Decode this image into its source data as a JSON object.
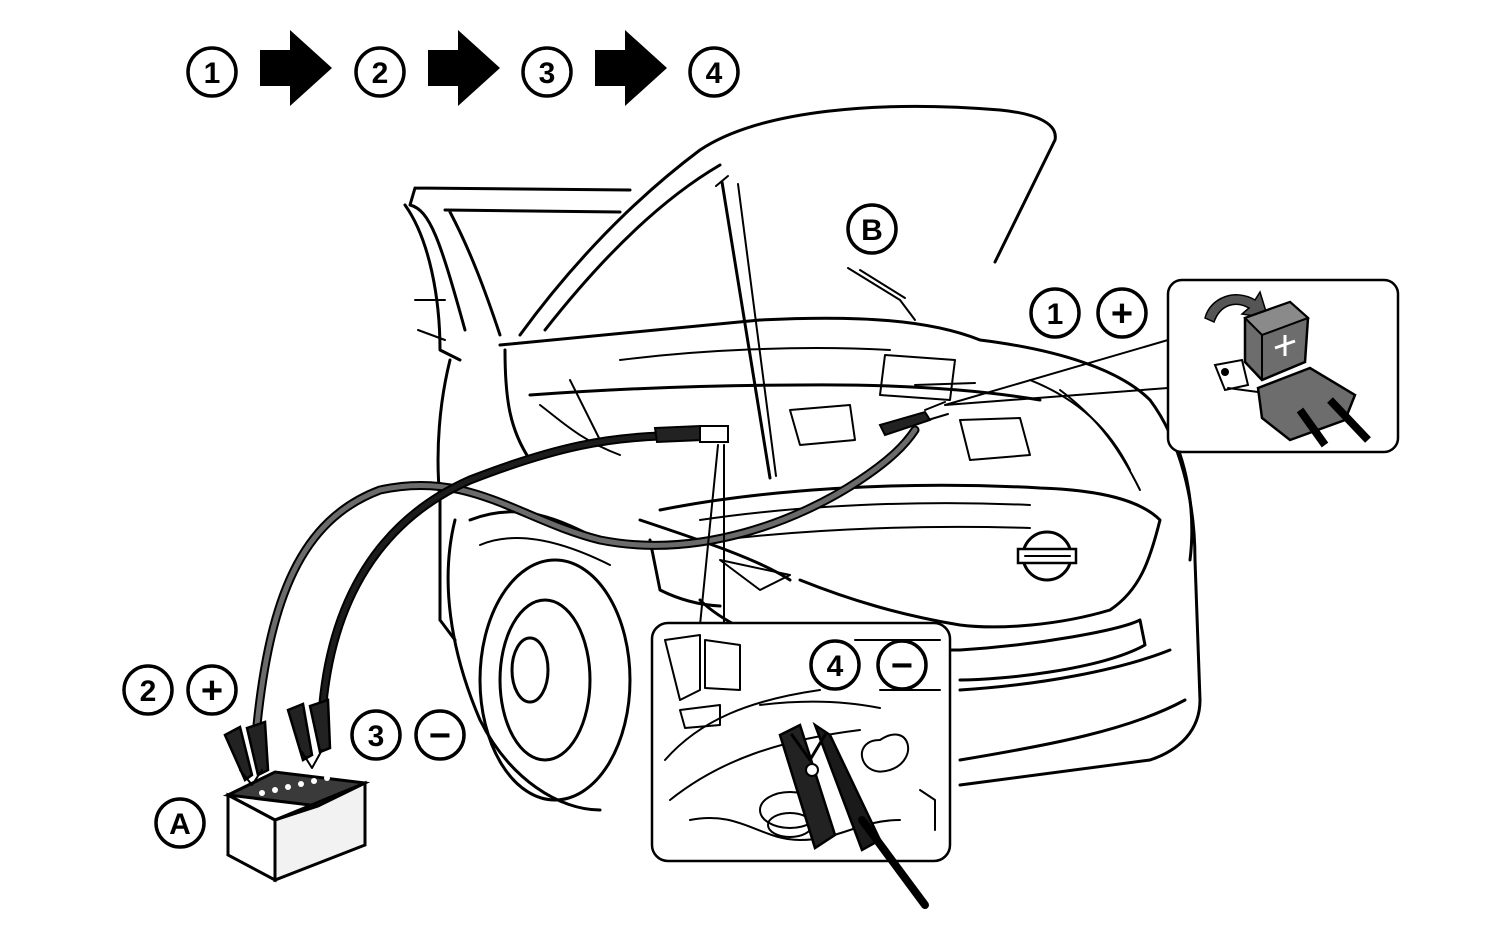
{
  "sequence": {
    "steps": [
      "1",
      "2",
      "3",
      "4"
    ]
  },
  "labels": {
    "booster_battery": "A",
    "vehicle": "B"
  },
  "connections": [
    {
      "step": "1",
      "polarity": "+"
    },
    {
      "step": "2",
      "polarity": "+"
    },
    {
      "step": "3",
      "polarity": "−"
    },
    {
      "step": "4",
      "polarity": "−"
    }
  ],
  "colors": {
    "line": "#000000",
    "cable_positive": "#5a5a5a",
    "cable_negative": "#111111",
    "battery_top": "#3a3a3a",
    "cover_grey": "#6d6d6d",
    "background": "#ffffff"
  },
  "icons": {
    "arrow": "right-arrow-icon",
    "rotate": "curved-arrow-icon"
  }
}
